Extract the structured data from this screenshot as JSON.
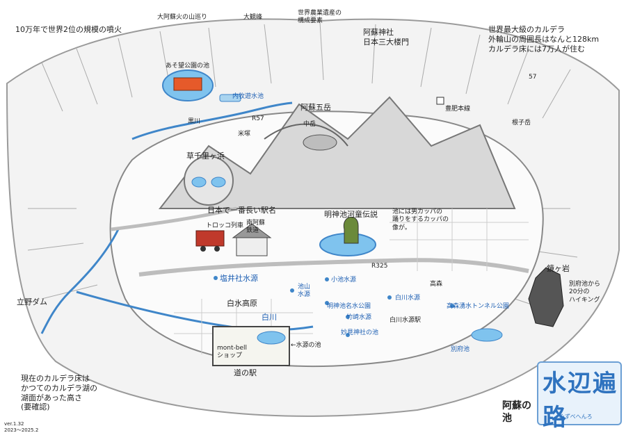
{
  "notes": {
    "top_left": "10万年で世界2位の規模の噴火",
    "top_right": [
      "世界最大級のカルデラ",
      "外輪山の周囲長はなんと128km",
      "カルデラ床には7万人が住む"
    ],
    "bottom_left": [
      "現在のカルデラ床は",
      "かつてのカルデラ湖の",
      "湖面があった高さ",
      "(要確認)"
    ],
    "kappa": [
      "池には男カッパの",
      "踊りをするカッパの",
      "像が。"
    ],
    "hiking": [
      "別府池から",
      "20分の",
      "ハイキング"
    ],
    "version": [
      "ver.1.32",
      "2023〜2025.2"
    ]
  },
  "places": {
    "yama_kumori": "大阿蘇火の山巡り",
    "daikanbo": "大観峰",
    "heritage": [
      "世界農業遺産の",
      "構成要素"
    ],
    "aso_shrine": [
      "阿蘇神社",
      "日本三大楼門"
    ],
    "park_pond": "あそ望公園の池",
    "uchimaki_pond": "内牧遊水池",
    "kurokawa": "黒川",
    "r57_left": "R57",
    "aso_gogaku": "阿蘇五岳",
    "nakadake": "中岳",
    "hoyo_line": "豊肥本線",
    "r57_right": "57",
    "nekodake": "根子岳",
    "komezuka": "米塚",
    "kusasenri": "草千里ヶ浜",
    "long_station": "日本で一番長い駅名",
    "torokko": "トロッコ列車",
    "minamiaso_rail": [
      "南阿蘇",
      "鉄道"
    ],
    "myojin_legend": "明神池河童伝説",
    "r325": "R325",
    "kagami": "鏡ヶ岩",
    "shioi": "塩井社水源",
    "tateno_dam": "立野ダム",
    "hakusui_kogen": "白水高原",
    "shirakawa_river": "白川",
    "koike": "小池水源",
    "ikeyama": [
      "池山",
      "水源"
    ],
    "shirakawa_source": "白川水源",
    "takamori_tunnel": "高森湧水トンネル公園",
    "takamori": "高森",
    "myojin_pond_park": "明神池名水公園",
    "takezaki": "竹崎水源",
    "shirakawa_area": "白川水源駅",
    "myoken_pond": "妙見神社の池",
    "bekkushi_pond": "別府池",
    "spring_pond": "←水源の池",
    "montbell": [
      "mont-bell",
      "ショップ"
    ],
    "michinoeki": "道の駅"
  },
  "signature": [
    "阿蘇の",
    "池"
  ],
  "stamp": {
    "title": "水辺遍路",
    "subtitle": "みずべへんろ"
  },
  "colors": {
    "water": "#3f86c9",
    "water_light": "#a9d4ef",
    "label_blue": "#1d5fb3",
    "mountain": "#b8b8b8",
    "road": "#dcdcdc"
  }
}
